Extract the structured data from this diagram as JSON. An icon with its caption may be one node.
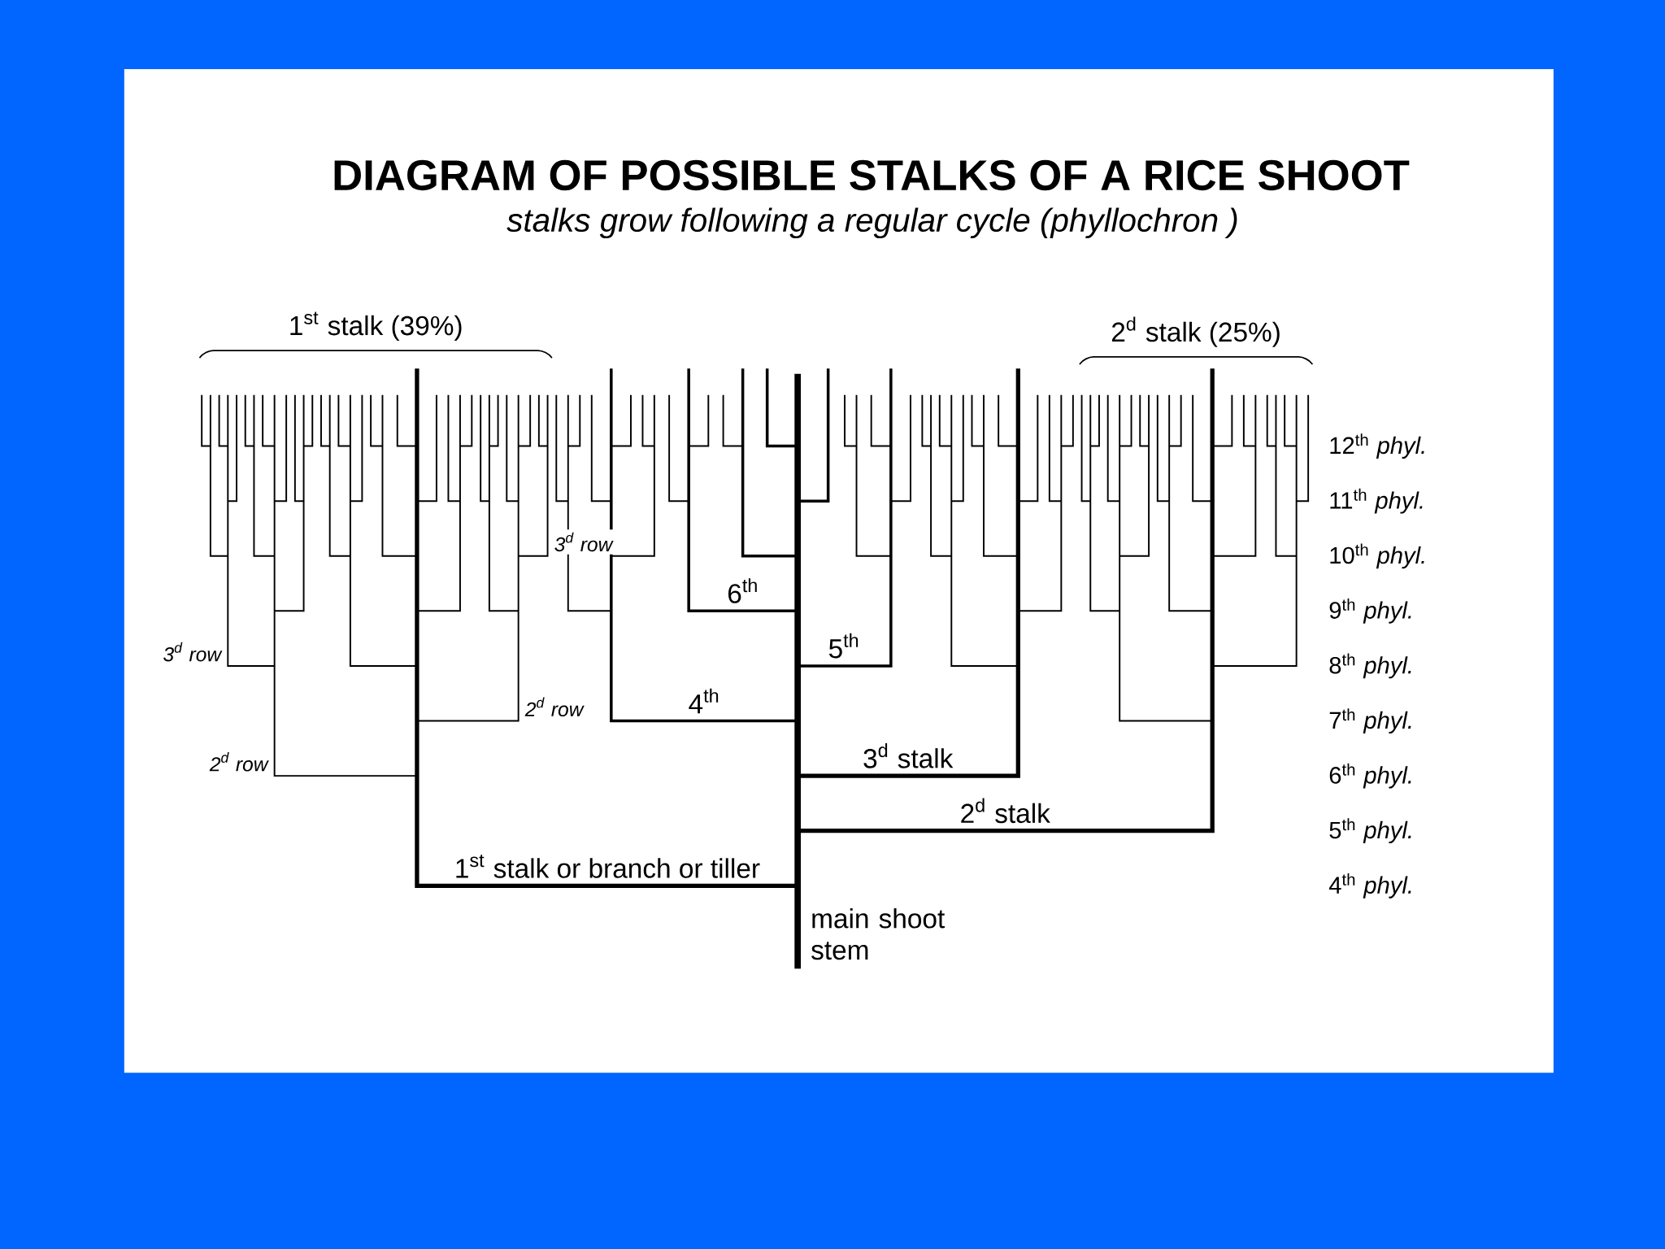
{
  "diagram": {
    "title": "DIAGRAM OF POSSIBLE STALKS OF A RICE SHOOT",
    "caption": "stalks grow following a regular cycle (phyllochron )",
    "labels": [
      "1$^{st}$ stalk (39%)",
      "2$^{d}$ stalk (25%)",
      "12$^{th}$ *phyl.*",
      "11$^{th}$ *phyl.*",
      "10$^{th}$ *phyl.*",
      "9$^{th}$ *phyl.*",
      "8$^{th}$ *phyl.*",
      "7$^{th}$ *phyl.*",
      "6$^{th}$ *phyl.*",
      "5$^{th}$ *phyl.*",
      "4$^{th}$ *phyl.*",
      "3$^{d}$ row",
      "3$^{d}$ row",
      "2$^{d}$ row",
      "2$^{d}$ row",
      "6$^{th}$",
      "5$^{th}$",
      "4$^{th}$",
      "3$^{d}$ stalk",
      "2$^{d}$ stalk",
      "1$^{st}$ stalk or branch or tiller",
      "main shoot stem"
    ]
  }
}
